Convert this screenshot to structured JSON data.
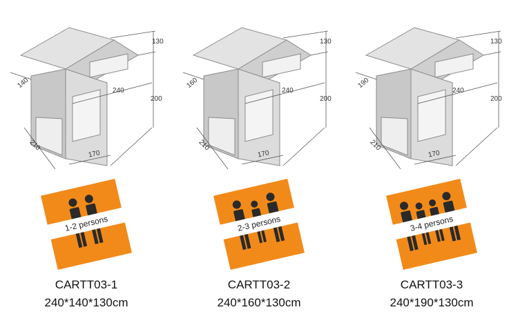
{
  "products": [
    {
      "model": "CARTT03-1",
      "size": "240*140*130cm",
      "badge_label": "1-2 persons",
      "people_count": 2,
      "dims": {
        "height_top": "130",
        "height_main": "200",
        "length": "240",
        "width": "140",
        "depth": "210",
        "front": "170"
      }
    },
    {
      "model": "CARTT03-2",
      "size": "240*160*130cm",
      "badge_label": "2-3 persons",
      "people_count": 3,
      "dims": {
        "height_top": "130",
        "height_main": "200",
        "length": "240",
        "width": "160",
        "depth": "210",
        "front": "170"
      }
    },
    {
      "model": "CARTT03-3",
      "size": "240*190*130cm",
      "badge_label": "3-4 persons",
      "people_count": 4,
      "dims": {
        "height_top": "130",
        "height_main": "200",
        "length": "240",
        "width": "190",
        "depth": "210",
        "front": "170"
      }
    }
  ],
  "colors": {
    "badge_orange": "#f28a1a",
    "tent_gray": "#d6d6d6",
    "person": "#2a2a2a",
    "badge_band": "#ffffff"
  }
}
